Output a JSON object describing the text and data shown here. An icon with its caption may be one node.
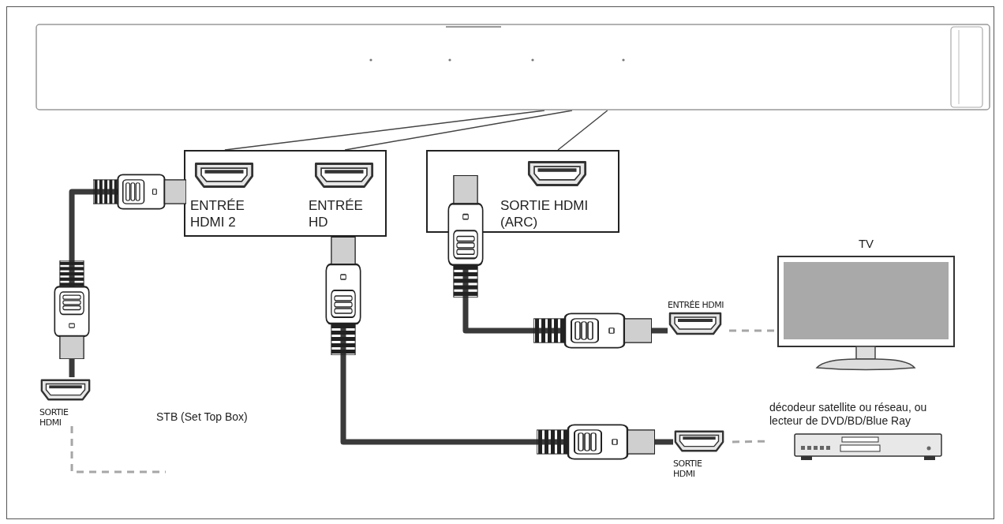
{
  "diagram": {
    "nodes": [
      {
        "text": [],
        "shape": "bar"
      },
      {
        "text": [
          "ENTRÉE HDMI 2",
          "ENTRÉE HD"
        ]
      },
      {
        "text": [
          "SORTIE HDMI (ARC)"
        ]
      },
      {
        "text": [
          "TV"
        ]
      },
      {
        "text": [
          "ENTRÉE HDMI"
        ]
      },
      {
        "text": [
          "SORTIE HDMI"
        ]
      },
      {
        "text": [
          "SORTIE HDMI"
        ]
      },
      {
        "text": [
          "décodeur satellite ou réseau, ou lecteur de DVD/BD/Blue Ray"
        ]
      }
    ],
    "edges": [
      {
        "from": 0,
        "to": 1,
        "arrow": "none"
      },
      {
        "from": 0,
        "to": 1,
        "arrow": "none"
      },
      {
        "from": 0,
        "to": 2,
        "arrow": "none"
      },
      {
        "from": 1,
        "to": 5,
        "arrow": "none",
        "style": "thick"
      },
      {
        "from": 1,
        "to": 6,
        "arrow": "none",
        "style": "thick"
      },
      {
        "from": 2,
        "to": 4,
        "arrow": "none",
        "style": "thick"
      },
      {
        "from": 4,
        "to": 3,
        "arrow": "none",
        "style": "dashed",
        "color": "#a6a6a6"
      },
      {
        "from": 6,
        "to": 7,
        "arrow": "none",
        "style": "dashed",
        "color": "#a6a6a6"
      },
      {
        "from": 5,
        "to": null,
        "arrow": "none",
        "style": "dashed",
        "color": "#a6a6a6"
      }
    ],
    "labels": [
      "STB (Set Top Box)"
    ]
  }
}
